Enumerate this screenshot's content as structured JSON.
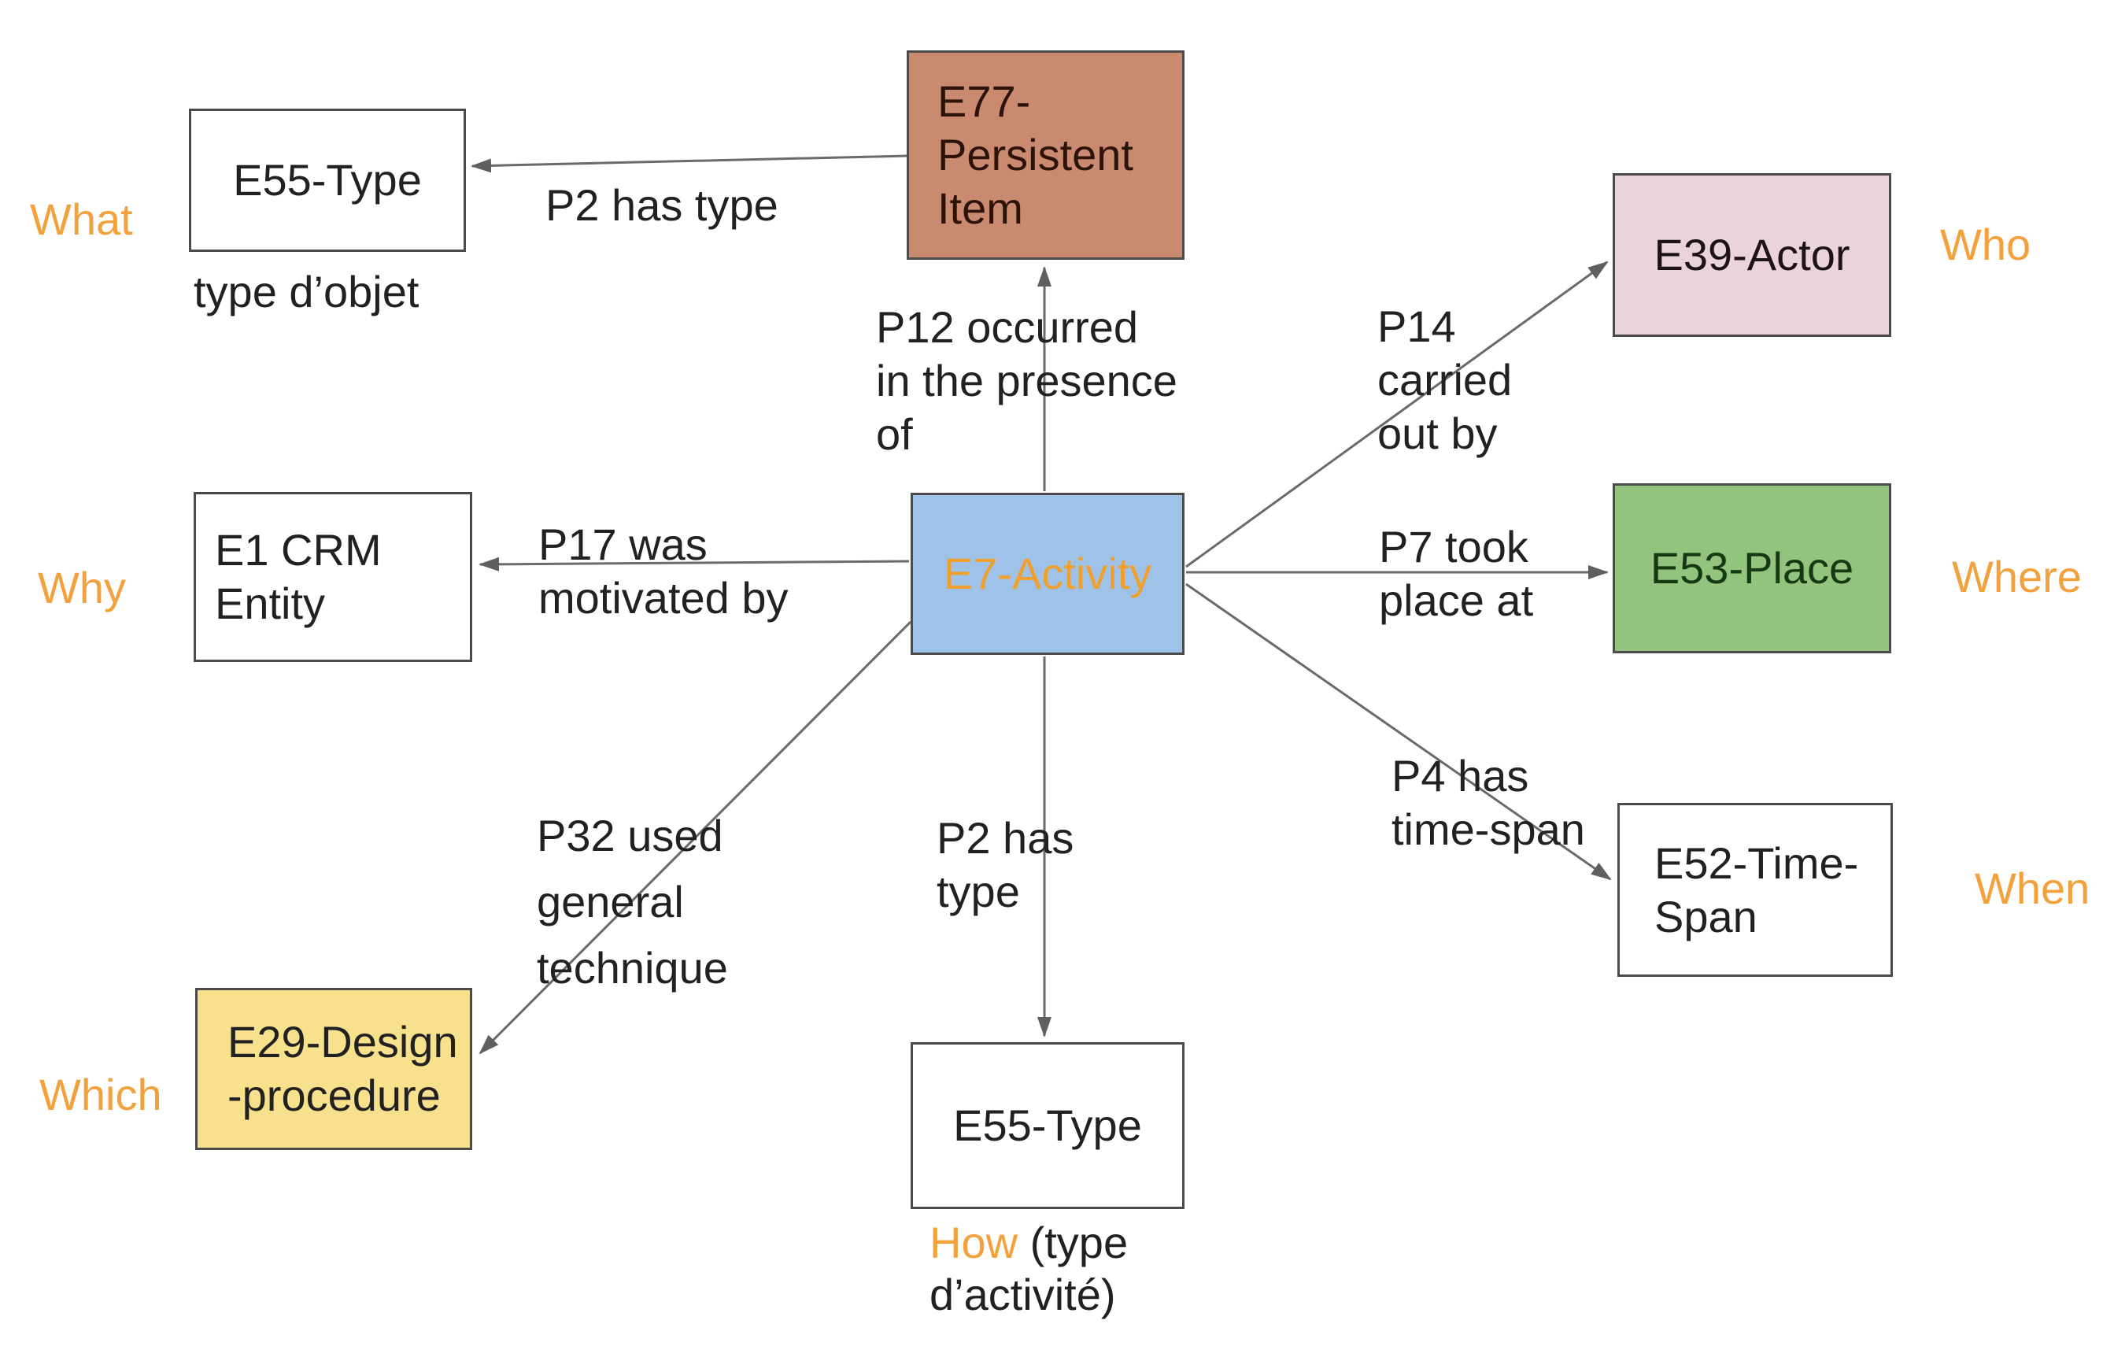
{
  "diagram": {
    "nodes": {
      "e55_top": {
        "label": "E55-Type",
        "fill": "#ffffff"
      },
      "e77": {
        "label": "E77-\nPersistent\nItem",
        "fill": "#c98a70"
      },
      "e39": {
        "label": "E39-Actor",
        "fill": "#ead3dd"
      },
      "e53": {
        "label": "E53-Place",
        "fill": "#93c47d"
      },
      "e52": {
        "label": "E52-Time-\nSpan",
        "fill": "#ffffff"
      },
      "e1": {
        "label": "E1 CRM\nEntity",
        "fill": "#ffffff"
      },
      "e29": {
        "label": "E29-Design\n-procedure",
        "fill": "#f8e18c"
      },
      "e55_bottom": {
        "label": "E55-Type",
        "fill": "#ffffff"
      },
      "e7": {
        "label": "E7-Activity",
        "fill": "#9fc3e8",
        "text_color": "#efa02f"
      }
    },
    "edges": {
      "p2_top": {
        "label": "P2 has type"
      },
      "p12": {
        "label": "P12 occurred\nin the presence\nof"
      },
      "p17": {
        "label": "P17 was\nmotivated by"
      },
      "p14": {
        "label": "P14\ncarried\nout by"
      },
      "p7": {
        "label": "P7 took\nplace at"
      },
      "p4": {
        "label": "P4 has\ntime-span"
      },
      "p32": {
        "label": "P32 used\ngeneral\ntechnique"
      },
      "p2_bottom": {
        "label": "P2 has\ntype"
      }
    },
    "question_labels": {
      "what": "What",
      "who": "Who",
      "where": "Where",
      "when": "When",
      "why": "Why",
      "which": "Which"
    },
    "captions": {
      "type_objet": "type d’objet",
      "how_word": "How",
      "how_line1_rest": " (type",
      "how_line2": "d’activité)"
    },
    "colors": {
      "accent_orange": "#f2a13c",
      "activity_blue": "#9fc3e8",
      "persistent_item_brown": "#c98a70",
      "actor_pink": "#ead3dd",
      "place_green": "#93c47d",
      "design_yellow": "#f8e18c",
      "box_border": "#4b4b4b",
      "edge_line": "#6a6a6a",
      "text": "#212121"
    }
  }
}
